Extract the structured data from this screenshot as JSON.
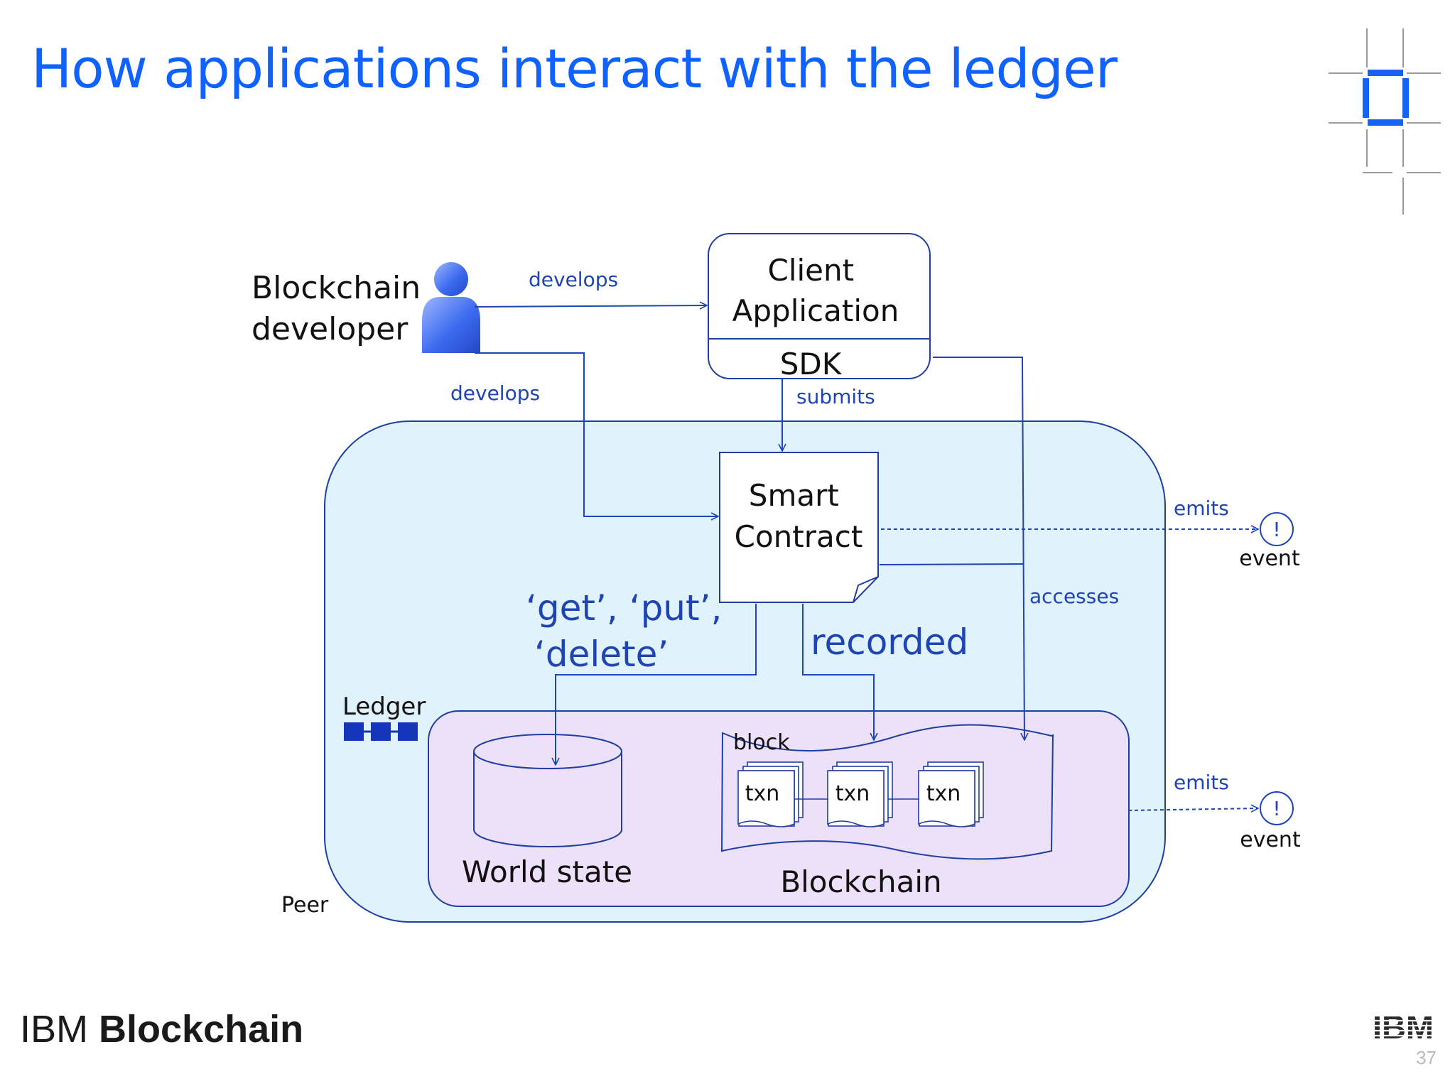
{
  "slide": {
    "title": "How applications interact with the ledger",
    "brand_prefix": "IBM",
    "brand_name": "Blockchain",
    "page_number": "37",
    "logo_text": "IBM"
  },
  "colors": {
    "title": "#0f62fe",
    "accent": "#1f44b3",
    "peer_fill": "#e0f2fb",
    "ledger_fill": "#ece1f8",
    "ledger_blocks": "#1536b8"
  },
  "diagram": {
    "actor": {
      "line1": "Blockchain",
      "line2": "developer",
      "icon": "person-icon"
    },
    "client_app": {
      "line1": "Client",
      "line2": "Application",
      "sdk": "SDK"
    },
    "smart_contract": {
      "line1": "Smart",
      "line2": "Contract"
    },
    "labels": {
      "develops_top": "develops",
      "develops_left": "develops",
      "submits": "submits",
      "emits_1": "emits",
      "emits_2": "emits",
      "accesses": "accesses",
      "ops_line1": "‘get’, ‘put’,",
      "ops_line2": "‘delete’",
      "recorded": "recorded"
    },
    "events": [
      {
        "symbol": "!",
        "label": "event"
      },
      {
        "symbol": "!",
        "label": "event"
      }
    ],
    "ledger": {
      "label": "Ledger"
    },
    "peer": {
      "label": "Peer"
    },
    "world_state": {
      "label": "World state"
    },
    "blockchain": {
      "label": "Blockchain",
      "block_label": "block",
      "transactions": [
        "txn",
        "txn",
        "txn"
      ]
    }
  }
}
